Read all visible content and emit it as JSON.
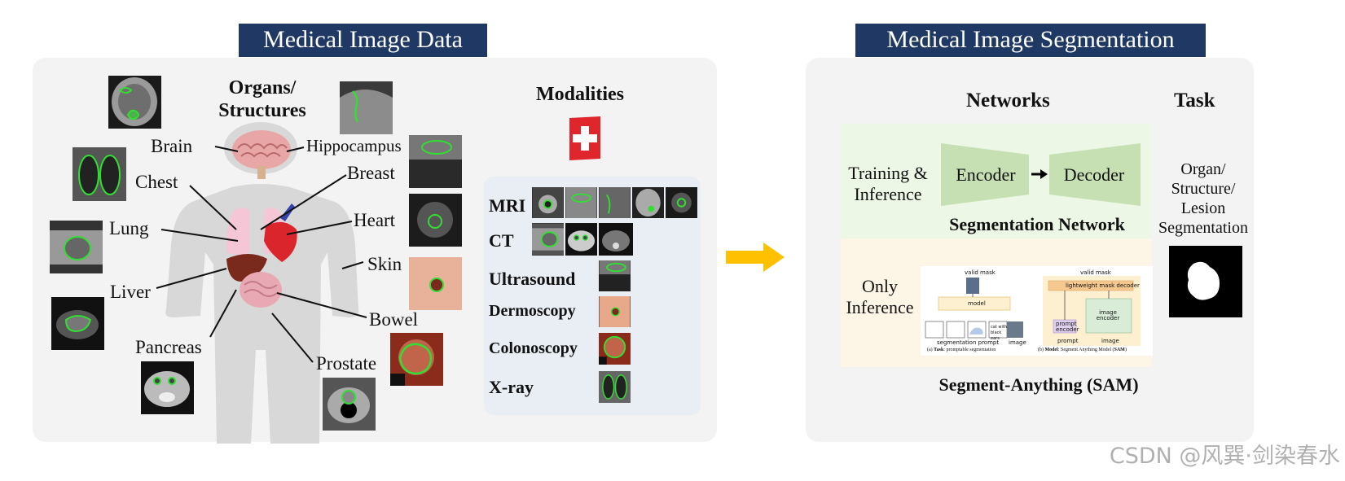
{
  "left": {
    "title": "Medical Image Data",
    "organs_heading": "Organs/ Structures",
    "organ_labels": {
      "brain": "Brain",
      "hippocampus": "Hippocampus",
      "chest": "Chest",
      "breast": "Breast",
      "lung": "Lung",
      "heart": "Heart",
      "skin": "Skin",
      "liver": "Liver",
      "bowel": "Bowel",
      "pancreas": "Pancreas",
      "prostate": "Prostate"
    },
    "modalities_heading": "Modalities",
    "modalities": [
      "MRI",
      "CT",
      "Ultrasound",
      "Dermoscopy",
      "Colonoscopy",
      "X-ray"
    ]
  },
  "right": {
    "title": "Medical Image Segmentation",
    "networks_heading": "Networks",
    "task_heading": "Task",
    "training_label": "Training & Inference",
    "encoder_label": "Encoder",
    "decoder_label": "Decoder",
    "segnet_label": "Segmentation Network",
    "only_inference_label": "Only Inference",
    "sam_label": "Segment-Anything (SAM)",
    "task_label": "Organ/ Structure/ Lesion Segmentation",
    "sam_figure": {
      "valid_mask_a": "valid mask",
      "model": "model",
      "segmentation_prompt": "segmentation prompt",
      "image_a": "image",
      "cat_text": "cat with black ears",
      "caption_a_prefix": "(a) ",
      "caption_a_bold": "Task",
      "caption_a_suffix": ": promptable segmentation",
      "valid_mask_b": "valid mask",
      "mask_decoder": "lightweight mask decoder",
      "prompt_encoder": "prompt encoder",
      "image_encoder": "image encoder",
      "prompt_b": "prompt",
      "image_b": "image",
      "caption_b_prefix": "(b) ",
      "caption_b_bold": "Model",
      "caption_b_suffix": ": Segment Anything Model (",
      "caption_b_bold2": "SAM",
      "caption_b_end": ")"
    }
  },
  "watermark": "CSDN @风巽·剑染春水",
  "colors": {
    "title_bg": "#1f3864",
    "panel_bg": "#f3f3f3",
    "green_box": "#edf7e6",
    "yellow_box": "#fdf6e7",
    "trapezoid": "#c6e0b4",
    "arrow": "#ffc000",
    "contour": "#33dd33"
  }
}
